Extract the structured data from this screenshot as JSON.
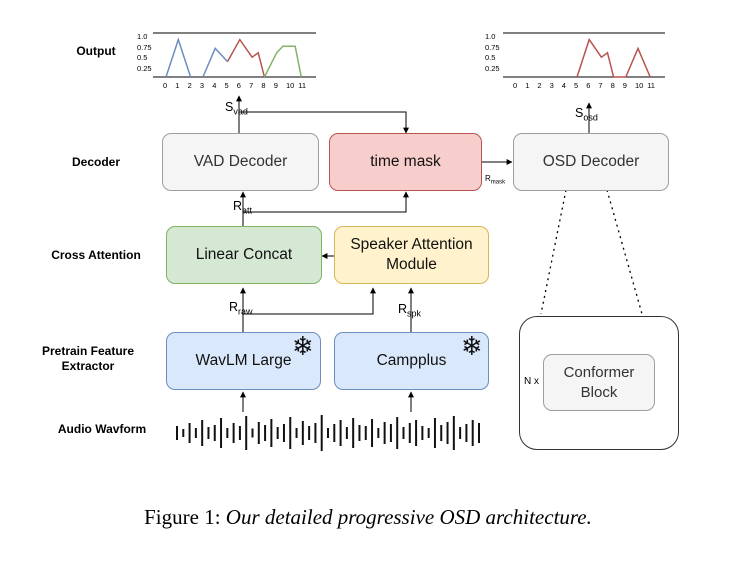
{
  "row_labels": {
    "output": "Output",
    "decoder": "Decoder",
    "cross_attention": "Cross Attention",
    "pretrain": "Pretrain Feature Extractor",
    "audio": "Audio Wavform"
  },
  "boxes": {
    "vad_decoder": "VAD Decoder",
    "time_mask": "time mask",
    "osd_decoder": "OSD Decoder",
    "linear_concat": "Linear Concat",
    "speaker_attention": "Speaker Attention Module",
    "wavlm": "WavLM Large",
    "campplus": "Campplus",
    "conformer": "Conformer Block"
  },
  "symbols": {
    "s_vad": {
      "base": "S",
      "sub": "vad"
    },
    "s_osd": {
      "base": "S",
      "sub": "osd"
    },
    "r_att": {
      "base": "R",
      "sub": "att"
    },
    "r_raw": {
      "base": "R",
      "sub": "raw"
    },
    "r_spk": {
      "base": "R",
      "sub": "spk"
    },
    "r_mask": {
      "base": "R",
      "sub": "mask"
    }
  },
  "repeat_label": "N x",
  "colors": {
    "series_blue": "#6c8ebf",
    "series_red": "#b85450",
    "series_green": "#82b366"
  },
  "chart_data": [
    {
      "type": "line",
      "x": [
        0,
        1,
        2,
        3,
        4,
        5,
        6,
        7,
        8,
        9,
        10,
        11
      ],
      "y_ticks": [
        "1.0",
        "0.75",
        "0.5",
        "0.25"
      ],
      "ylim": [
        0,
        1.0
      ],
      "x_ticks": [
        "0",
        "1",
        "2",
        "3",
        "4",
        "5",
        "6",
        "7",
        "8",
        "9",
        "10",
        "11"
      ],
      "segments": [
        {
          "color": "blue",
          "points": [
            [
              0,
              0
            ],
            [
              1,
              0.85
            ],
            [
              2,
              0
            ]
          ]
        },
        {
          "color": "blue",
          "points": [
            [
              3,
              0
            ],
            [
              4,
              0.65
            ],
            [
              5,
              0.35
            ]
          ]
        },
        {
          "color": "red",
          "points": [
            [
              5,
              0.35
            ],
            [
              6,
              0.85
            ],
            [
              7,
              0.45
            ],
            [
              7.5,
              0.55
            ],
            [
              8,
              0
            ]
          ]
        },
        {
          "color": "green",
          "points": [
            [
              8,
              0
            ],
            [
              9,
              0.55
            ],
            [
              9.5,
              0.7
            ],
            [
              10,
              0.7
            ],
            [
              10.5,
              0.7
            ],
            [
              11,
              0
            ]
          ]
        }
      ]
    },
    {
      "type": "line",
      "x": [
        0,
        1,
        2,
        3,
        4,
        5,
        6,
        7,
        8,
        9,
        10,
        11
      ],
      "y_ticks": [
        "1.0",
        "0.75",
        "0.5",
        "0.25"
      ],
      "ylim": [
        0,
        1.0
      ],
      "x_ticks": [
        "0",
        "1",
        "2",
        "3",
        "4",
        "5",
        "6",
        "7",
        "8",
        "9",
        "10",
        "11"
      ],
      "segments": [
        {
          "color": "red",
          "points": [
            [
              5,
              0
            ],
            [
              6,
              0.85
            ],
            [
              7,
              0.45
            ],
            [
              7.5,
              0.55
            ],
            [
              8,
              0
            ],
            [
              9,
              0
            ],
            [
              10,
              0.65
            ],
            [
              11,
              0
            ]
          ]
        }
      ]
    }
  ],
  "caption": {
    "label": "Figure 1:",
    "text": "Our detailed progressive OSD architecture."
  }
}
